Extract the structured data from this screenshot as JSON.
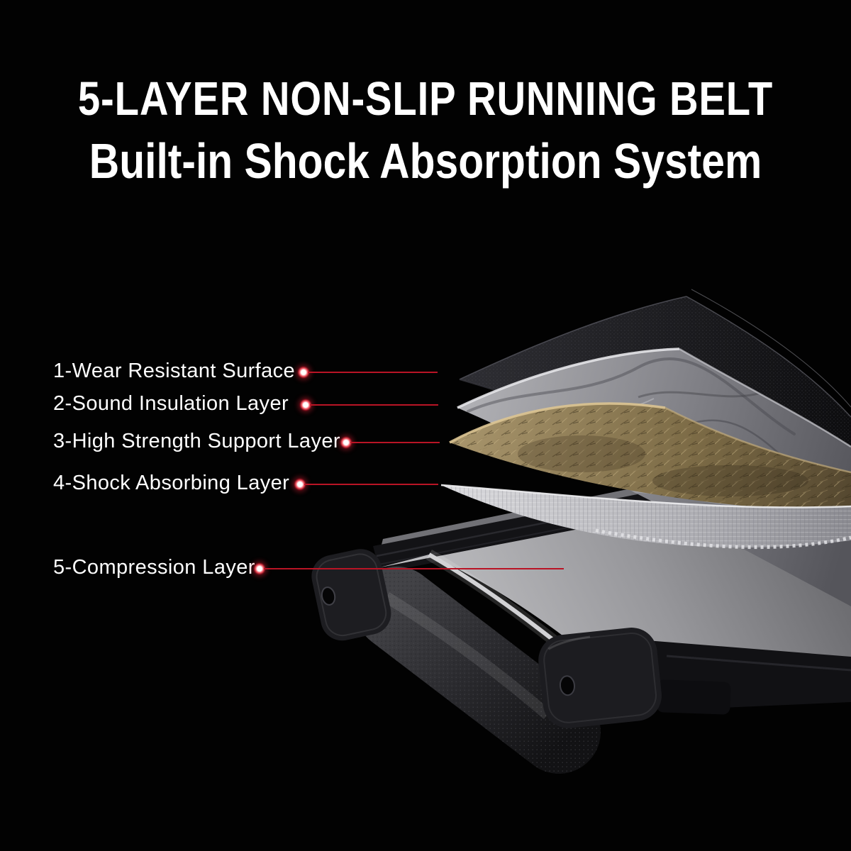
{
  "title": {
    "line1": "5-LAYER NON-SLIP RUNNING BELT",
    "line2": "Built-in Shock Absorption System"
  },
  "callouts": [
    {
      "label": "1-Wear Resistant Surface"
    },
    {
      "label": "2-Sound Insulation Layer"
    },
    {
      "label": "3-High Strength Support Layer"
    },
    {
      "label": "4-Shock Absorbing Layer"
    },
    {
      "label": "5-Compression Layer"
    }
  ],
  "colors": {
    "background": "#020202",
    "text": "#ffffff",
    "accent_red": "#b91425",
    "layer1_black": "#1b1b1e",
    "layer2_stone_gray": "#8f8f94",
    "layer3_fiber_brown": "#8a7852",
    "layer4_mesh_gray": "#c3c3c7",
    "belt_gray": "#9a9a9e",
    "frame_black": "#141417"
  }
}
